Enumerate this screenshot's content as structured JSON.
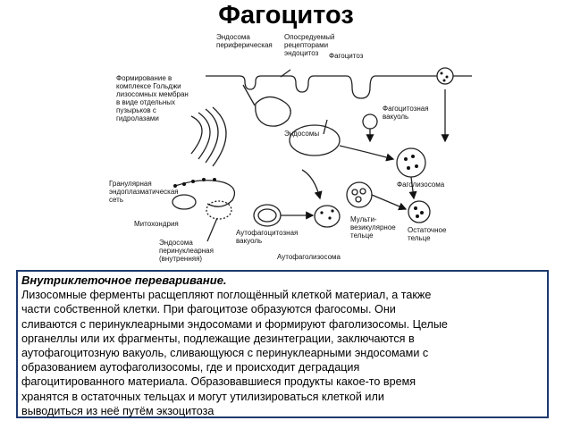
{
  "title": "Фагоцитоз",
  "diagram": {
    "labels": {
      "endosome_peripheral": [
        "Эндосома",
        "периферическая"
      ],
      "receptor_endocytosis": [
        "Опосредуемый",
        "рецепторами",
        "эндоцитоз"
      ],
      "phagocytosis": "Фагоцитоз",
      "golgi": [
        "Формирование в",
        "комплексе Гольджи",
        "лизосомных мембран",
        "в виде отдельных",
        "пузырьков с",
        "гидролазами"
      ],
      "phagocytic_vacuole": [
        "Фагоцитозная",
        "вакуоль"
      ],
      "endosomes": "Эндосомы",
      "phagolysosome": "Фаголизосома",
      "granular_er": [
        "Гранулярная",
        "эндоплазматическая",
        "сеть"
      ],
      "mitochondrion": "Митохондрия",
      "autophagic_vacuole": [
        "Аутофагоцитозная",
        "вакуоль"
      ],
      "multivesicular_body": [
        "Мульти-",
        "везикулярное",
        "тельце"
      ],
      "residual_body": [
        "Остаточное",
        "тельце"
      ],
      "endosome_perinuclear": [
        "Эндосома",
        "перинуклеарная",
        "(внутренняя)"
      ],
      "autophagolysosome": "Аутофаголизосома"
    }
  },
  "textbox": {
    "heading": "Внутриклеточное переваривание.",
    "lines": [
      "Лизосомные ферменты расщепляют поглощённый клеткой материал, а также",
      "части собственной клетки. При фагоцитозе образуются фагосомы. Они",
      "сливаются с перинуклеарными эндосомами и формируют фаголизосомы. Целые",
      "органеллы или их фрагменты, подлежащие дезинтеграции, заключаются в",
      "аутофагоцитозную вакуоль, сливающуюся с перинуклеарными эндосомами с",
      "образованием аутофаголизосомы, где и происходит деградация",
      "фагоцитированного материала. Образовавшиеся продукты какое-то время",
      "хранятся в остаточных тельцах и могут утилизироваться клеткой или",
      "выводиться из неё путём экзоцитоза"
    ]
  }
}
